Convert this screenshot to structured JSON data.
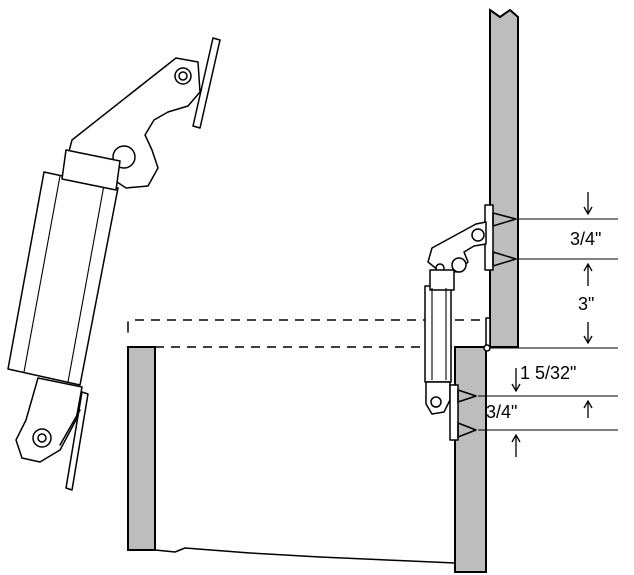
{
  "dimensions": {
    "top_screw_spacing": "3/4\"",
    "hinge_offset": "3\"",
    "door_overlay": "1 5/32\"",
    "bottom_screw_spacing": "3/4\""
  },
  "colors": {
    "panel_fill": "#bdbdbd",
    "line": "#000000",
    "background": "#ffffff"
  }
}
